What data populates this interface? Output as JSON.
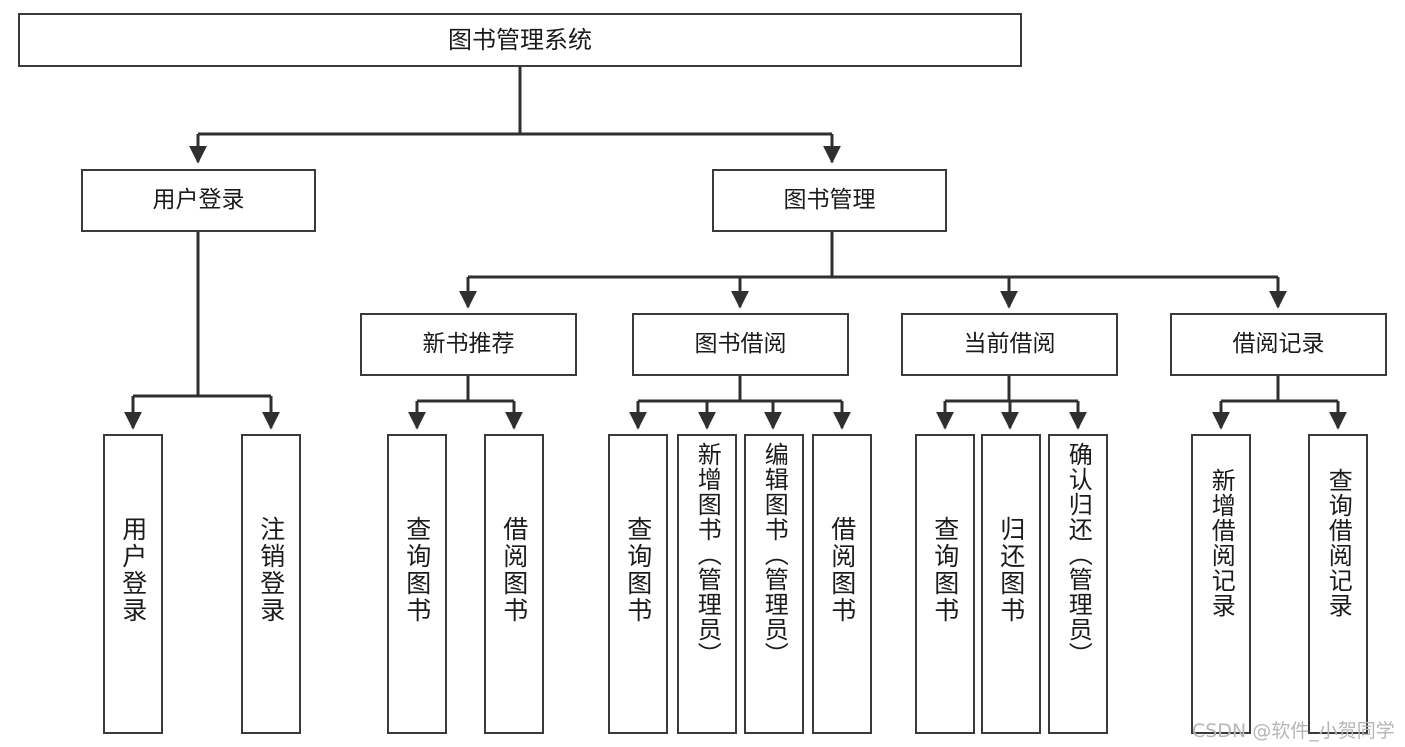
{
  "diagram": {
    "type": "tree",
    "title": "图书管理系统",
    "orientation": "top-down",
    "colors": {
      "box_border": "#3a3a3a",
      "box_fill": "#ffffff",
      "connector": "#2f2f2f",
      "text": "#1b1b1b",
      "watermark": "#b6b6b6"
    }
  },
  "root": {
    "label": "图书管理系统"
  },
  "level2": [
    {
      "label": "用户登录"
    },
    {
      "label": "图书管理"
    }
  ],
  "level3": [
    {
      "label": "新书推荐"
    },
    {
      "label": "图书借阅"
    },
    {
      "label": "当前借阅"
    },
    {
      "label": "借阅记录"
    }
  ],
  "leaves": {
    "user_login": [
      {
        "label": "用户登录"
      },
      {
        "label": "注销登录"
      }
    ],
    "new_book": [
      {
        "label": "查询图书"
      },
      {
        "label": "借阅图书"
      }
    ],
    "book_borrow": [
      {
        "label": "查询图书"
      },
      {
        "label": "新增图书（管理员）"
      },
      {
        "label": "编辑图书（管理员）"
      },
      {
        "label": "借阅图书"
      }
    ],
    "current_borrow": [
      {
        "label": "查询图书"
      },
      {
        "label": "归还图书"
      },
      {
        "label": "确认归还（管理员）"
      }
    ],
    "borrow_record": [
      {
        "label": "新增借阅记录"
      },
      {
        "label": "查询借阅记录"
      }
    ]
  },
  "watermark": {
    "text": "CSDN @软件_小贺同学"
  }
}
